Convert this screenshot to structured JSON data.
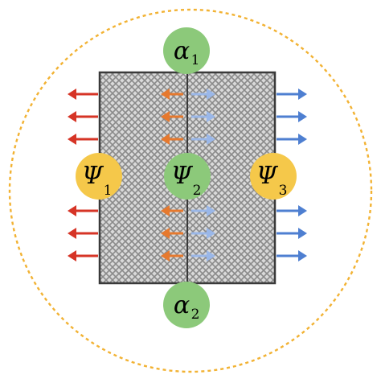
{
  "colors": {
    "outer_circle": "#f2b233",
    "mesh_border": "#3a3a3a",
    "mesh_fill": "#bdbdbd",
    "green_node": "#8cc97a",
    "yellow_node": "#f5c84a",
    "left_arrow": "#d63426",
    "orange_arrow": "#e6792e",
    "light_blue_arrow": "#9ab7e8",
    "right_arrow": "#4e7fd1",
    "text": "#222222"
  },
  "nodes": {
    "alpha_top": {
      "symbol": "α",
      "subscript": "1",
      "color_key": "green_node"
    },
    "alpha_bottom": {
      "symbol": "α",
      "subscript": "2",
      "color_key": "green_node"
    },
    "psi_left": {
      "symbol": "Ψ",
      "subscript": "1",
      "color_key": "yellow_node"
    },
    "psi_center": {
      "symbol": "Ψ",
      "subscript": "2",
      "color_key": "green_node"
    },
    "psi_right": {
      "symbol": "Ψ",
      "subscript": "3",
      "color_key": "yellow_node"
    }
  },
  "arrow_groups": {
    "left_outflow": {
      "color_key": "left_arrow",
      "direction": "left",
      "count": 6
    },
    "center_orange": {
      "color_key": "orange_arrow",
      "direction": "left",
      "count": 6
    },
    "center_blue": {
      "color_key": "light_blue_arrow",
      "direction": "right",
      "count": 6
    },
    "right_outflow": {
      "color_key": "right_arrow",
      "direction": "right",
      "count": 6
    }
  }
}
